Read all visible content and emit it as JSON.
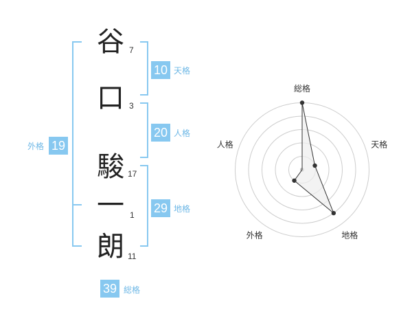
{
  "name": {
    "chars": [
      {
        "char": "谷",
        "strokes": "7"
      },
      {
        "char": "口",
        "strokes": "3"
      },
      {
        "char": "駿",
        "strokes": "17"
      },
      {
        "char": "一",
        "strokes": "1"
      },
      {
        "char": "朗",
        "strokes": "11"
      }
    ]
  },
  "kakusu": {
    "tenkaku": {
      "label": "天格",
      "value": "10"
    },
    "jinkaku": {
      "label": "人格",
      "value": "20"
    },
    "chikaku": {
      "label": "地格",
      "value": "29"
    },
    "gaikaku": {
      "label": "外格",
      "value": "19"
    },
    "soukaku": {
      "label": "総格",
      "value": "39"
    }
  },
  "radar": {
    "labels": [
      "総格",
      "天格",
      "地格",
      "外格",
      "人格"
    ],
    "values": [
      5,
      1,
      4,
      1,
      0
    ],
    "max": 5,
    "colors": {
      "grid": "#cccccc",
      "line": "#333333",
      "point": "#333333",
      "fill": "#eeeeee",
      "center": "#bbbbbb"
    }
  }
}
